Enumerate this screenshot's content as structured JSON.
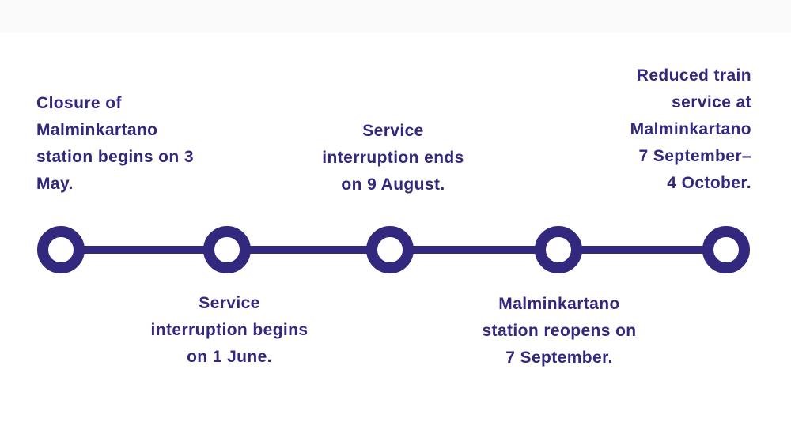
{
  "diagram": {
    "type": "timeline",
    "accent_color": "#32287d",
    "background_color": "#ffffff",
    "top_band_color": "#fafafa",
    "node_count": 5,
    "events": [
      {
        "text": "Closure of Malminkartano station begins on 3 May.",
        "label_position": "above",
        "lines": [
          "Closure of",
          "Malminkartano",
          "station begins on 3",
          "May."
        ]
      },
      {
        "text": "Service interruption begins on 1 June.",
        "label_position": "below",
        "lines": [
          "Service",
          "interruption begins",
          "on 1 June."
        ]
      },
      {
        "text": "Service interruption ends on 9 August.",
        "label_position": "above",
        "lines": [
          "Service",
          "interruption ends",
          "on 9 August."
        ]
      },
      {
        "text": "Malminkartano station reopens on 7 September.",
        "label_position": "below",
        "lines": [
          "Malminkartano",
          "station reopens on",
          "7 September."
        ]
      },
      {
        "text": "Reduced train service at Malminkartano 7 September– 4 October.",
        "label_position": "above",
        "lines": [
          "Reduced train",
          "service at",
          "Malminkartano",
          "7 September–",
          "4 October."
        ]
      }
    ]
  }
}
